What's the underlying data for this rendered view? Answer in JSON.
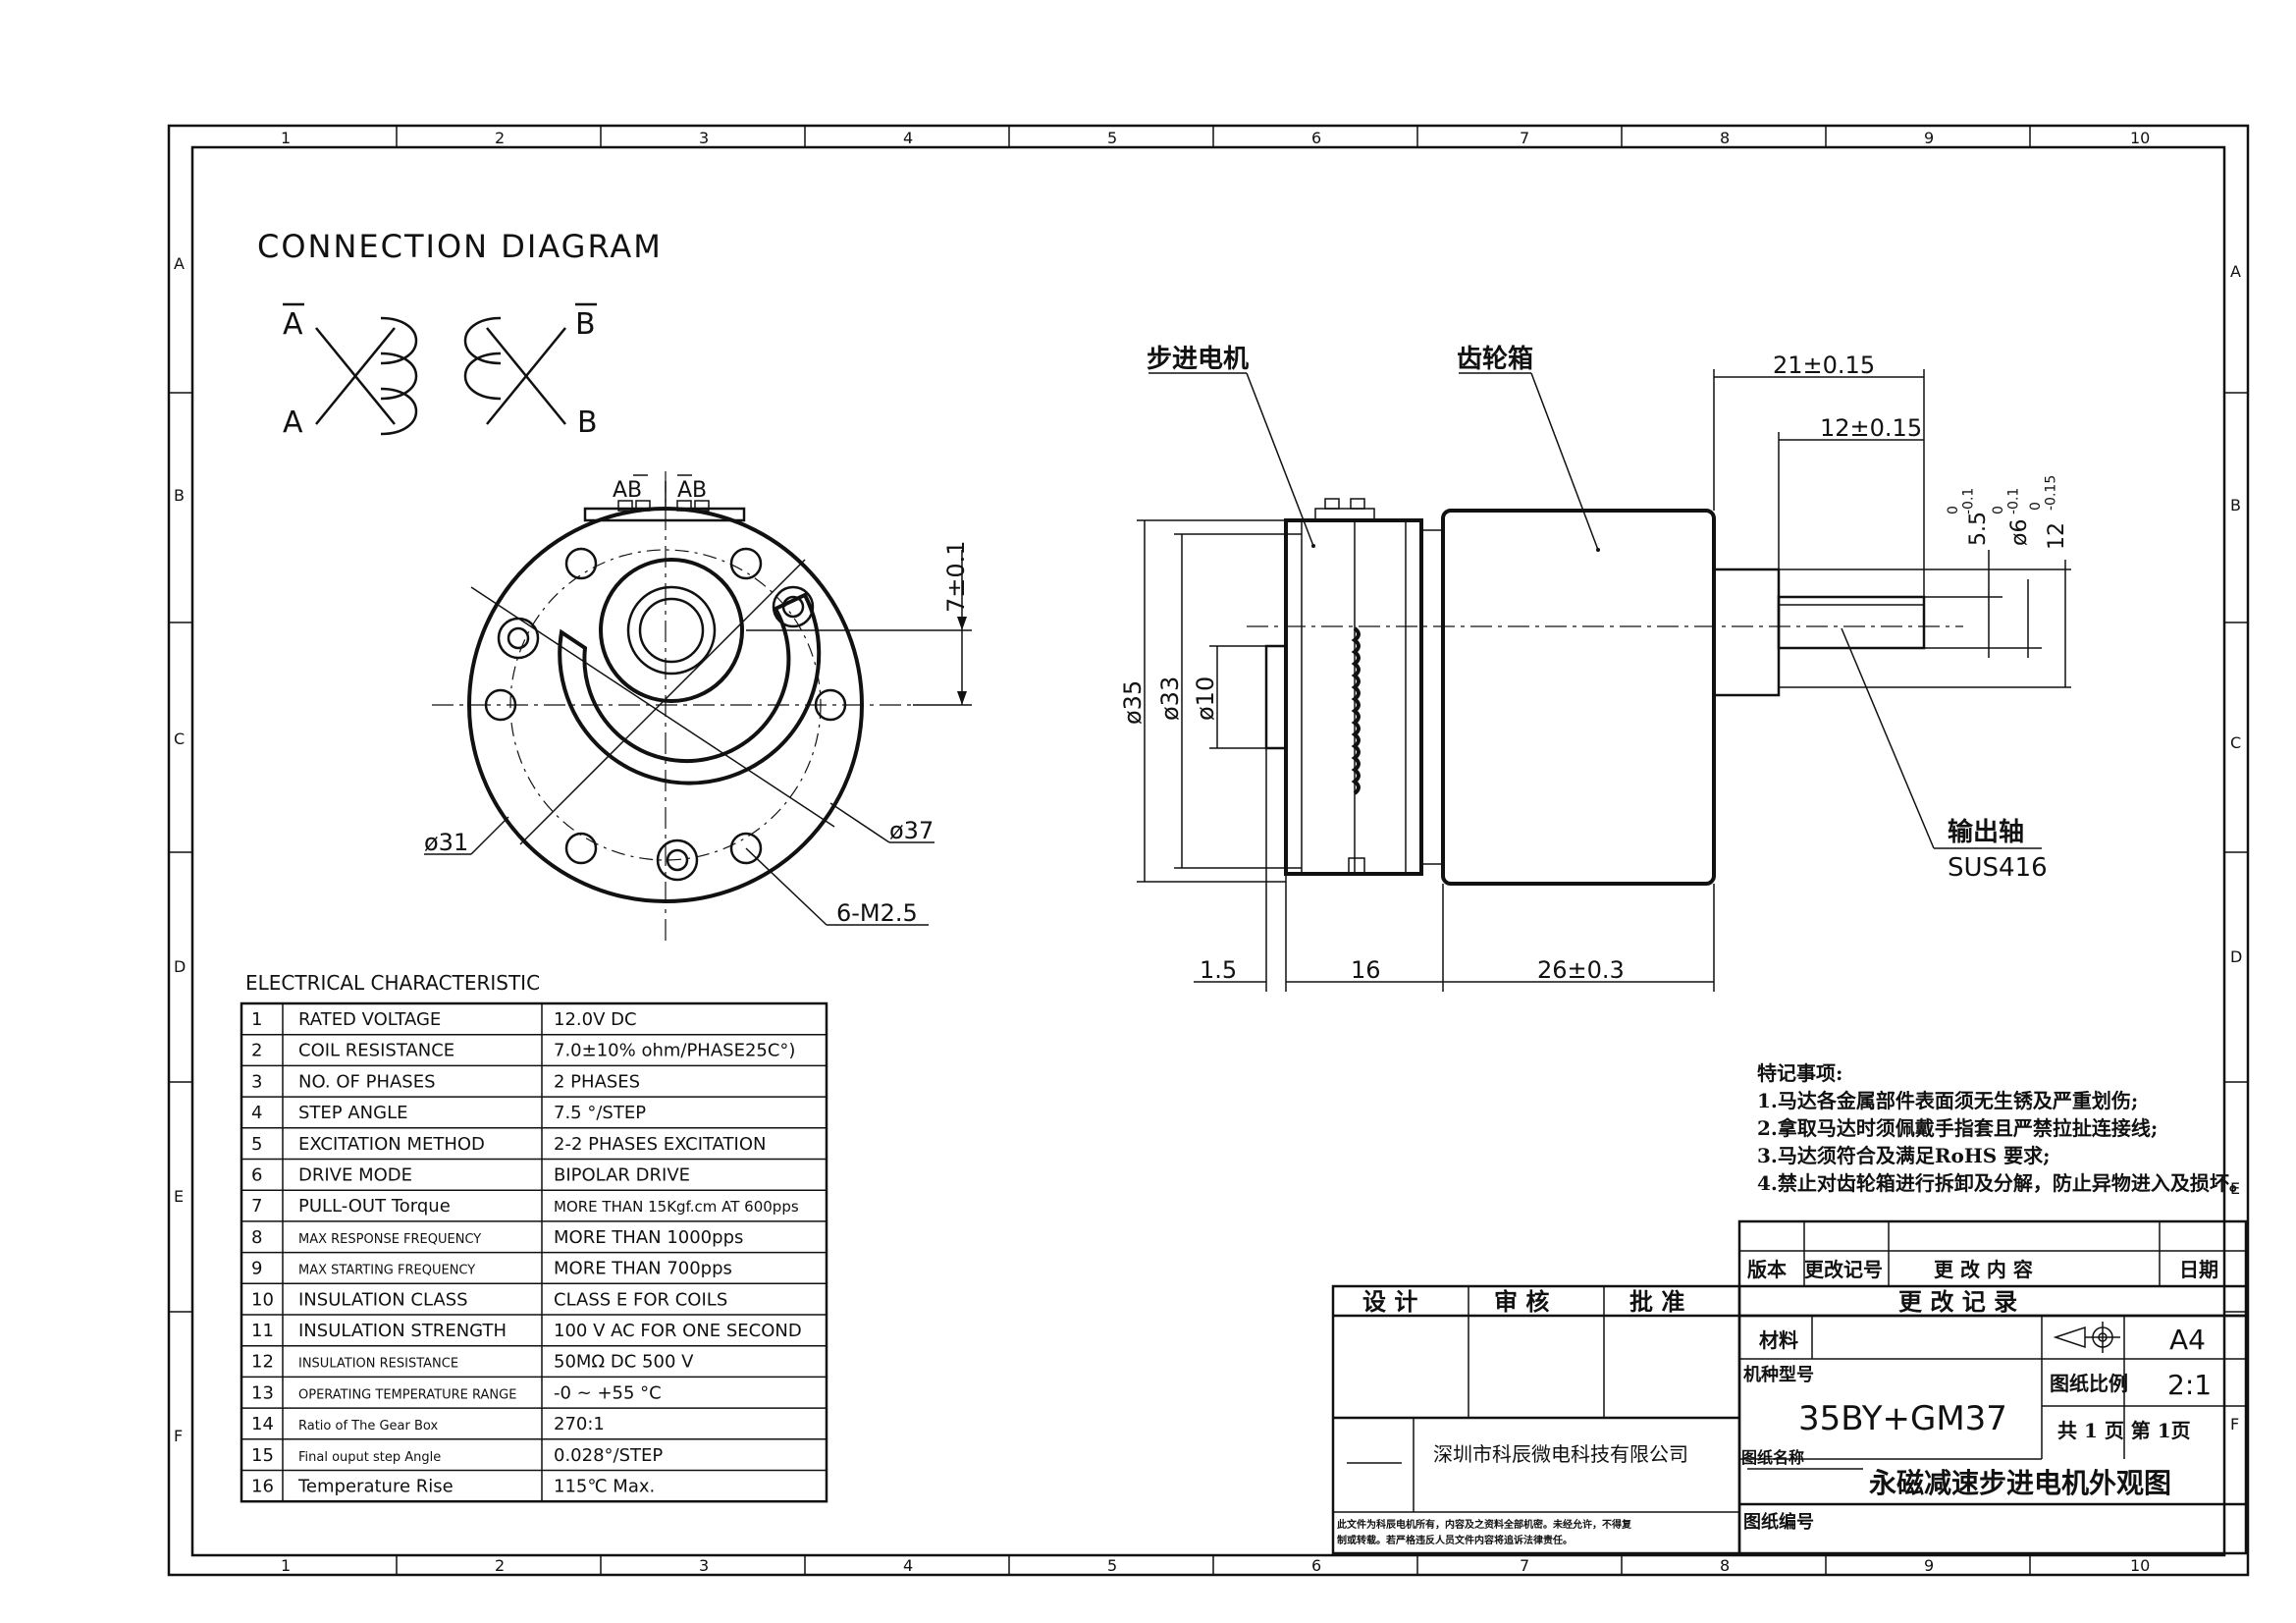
{
  "border": {
    "col_labels": [
      "1",
      "2",
      "3",
      "4",
      "5",
      "6",
      "7",
      "8",
      "9",
      "10"
    ],
    "row_labels": [
      "A",
      "B",
      "C",
      "D",
      "E",
      "F"
    ]
  },
  "connection": {
    "title": "CONNECTION DIAGRAM",
    "label_a_bar": "A",
    "label_a": "A",
    "label_b_bar": "B",
    "label_b": "B"
  },
  "front_view": {
    "connector_labels": [
      "AB",
      "AB"
    ],
    "dim_7": "7±0.1",
    "dim_31": "ø31",
    "dim_37": "ø37",
    "dim_holes": "6-M2.5"
  },
  "side_view": {
    "label_stepper": "步进电机",
    "label_gearbox": "齿轮箱",
    "label_shaft": "输出轴",
    "shaft_material": "SUS416",
    "dim_21": "21±0.15",
    "dim_12": "12±0.15",
    "dim_55": "5.5",
    "dim_55_tol": "0\n-0.1",
    "dim_6": "ø6",
    "dim_6_tol": "0\n-0.1",
    "dim_12v": "12",
    "dim_12v_tol": "0\n-0.15",
    "dim_35": "ø35",
    "dim_33": "ø33",
    "dim_10": "ø10",
    "dim_15": "1.5",
    "dim_16": "16",
    "dim_26": "26±0.3"
  },
  "electrical": {
    "title": "ELECTRICAL CHARACTERISTIC",
    "rows": [
      {
        "no": "1",
        "name": "RATED VOLTAGE",
        "value": "12.0V DC"
      },
      {
        "no": "2",
        "name": "COIL RESISTANCE",
        "value": "7.0±10% ohm/PHASE25C°)"
      },
      {
        "no": "3",
        "name": "NO. OF PHASES",
        "value": "2    PHASES"
      },
      {
        "no": "4",
        "name": "STEP ANGLE",
        "value": "7.5  °/STEP"
      },
      {
        "no": "5",
        "name": "EXCITATION METHOD",
        "value": "2-2 PHASES EXCITATION"
      },
      {
        "no": "6",
        "name": "DRIVE MODE",
        "value": "BIPOLAR DRIVE"
      },
      {
        "no": "7",
        "name": "PULL-OUT Torque",
        "value": "MORE THAN 15Kgf.cm AT 600pps"
      },
      {
        "no": "8",
        "name": "MAX RESPONSE FREQUENCY",
        "value": "MORE THAN 1000pps"
      },
      {
        "no": "9",
        "name": "MAX STARTING FREQUENCY",
        "value": "MORE THAN 700pps"
      },
      {
        "no": "10",
        "name": "INSULATION CLASS",
        "value": "CLASS E FOR COILS"
      },
      {
        "no": "11",
        "name": "INSULATION STRENGTH",
        "value": "100 V AC FOR ONE SECOND"
      },
      {
        "no": "12",
        "name": "INSULATION RESISTANCE",
        "value": "50MΩ DC 500 V"
      },
      {
        "no": "13",
        "name": "OPERATING TEMPERATURE RANGE",
        "value": "-0 ~ +55 °C"
      },
      {
        "no": "14",
        "name": "Ratio of The Gear Box",
        "value": "270:1"
      },
      {
        "no": "15",
        "name": "Final ouput step Angle",
        "value": "0.028°/STEP"
      },
      {
        "no": "16",
        "name": "Temperature Rise",
        "value": "115℃ Max."
      }
    ]
  },
  "notes": {
    "title": "特记事项:",
    "items": [
      "1.马达各金属部件表面须无生锈及严重划伤;",
      "2.拿取马达时须佩戴手指套且严禁拉扯连接线;",
      "3.马达须符合及满足RoHS 要求;",
      "4.禁止对齿轮箱进行拆卸及分解，防止异物进入及损坏。"
    ]
  },
  "title_block": {
    "rev_headers": [
      "版本",
      "更改记号",
      "更  改  内  容",
      "日期"
    ],
    "rev_title": "更  改  记  录",
    "sign_headers": [
      "设  计",
      "审  核",
      "批  准"
    ],
    "material_label": "材料",
    "paper": "A4",
    "model_label": "机种型号",
    "scale_label": "图纸比例",
    "scale": "2:1",
    "model": "35BY+GM37",
    "pages": "共 1 页    第 1页",
    "company": "深圳市科辰微电科技有限公司",
    "drawing_name_label": "图纸名称",
    "drawing_name": "永磁减速步进电机外观图",
    "drawing_no_label": "图纸编号",
    "disclaimer_1": "此文件为科辰电机所有，内容及之资料全部机密。未经允许，不得复",
    "disclaimer_2": "制或转载。若严格违反人员文件内容将追诉法律责任。"
  }
}
